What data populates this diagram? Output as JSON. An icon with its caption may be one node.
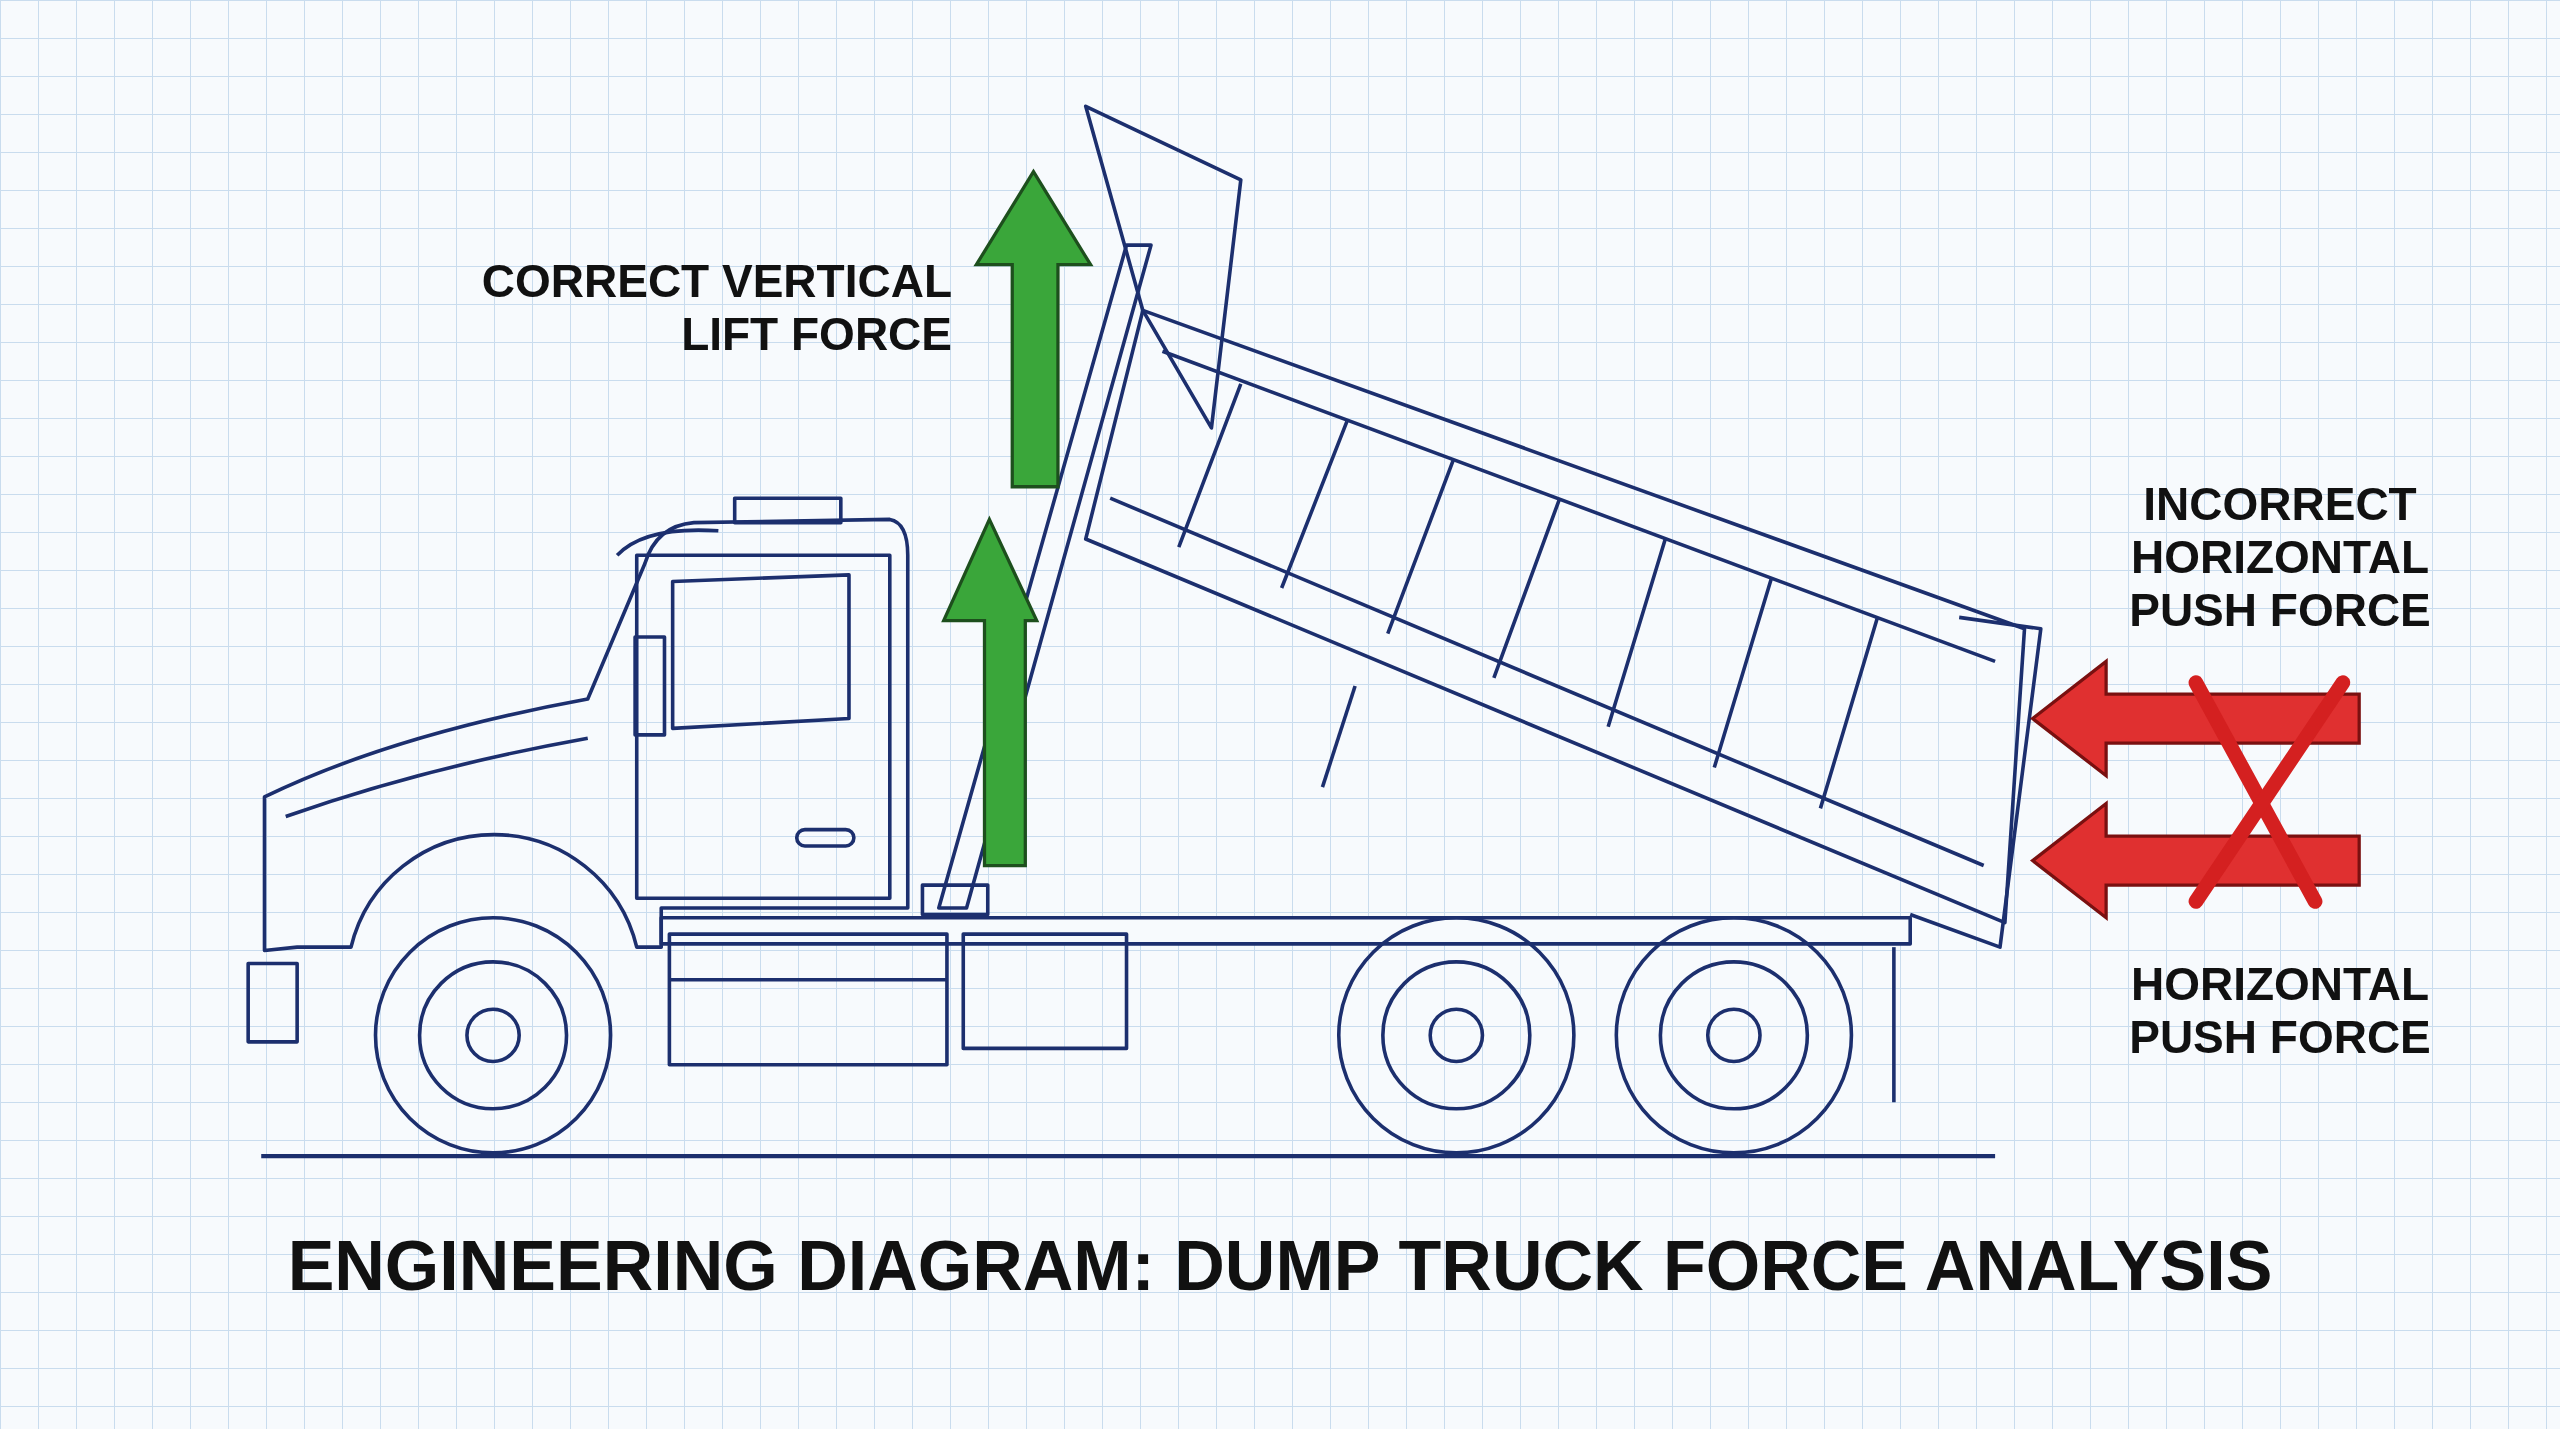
{
  "diagram": {
    "title": "ENGINEERING DIAGRAM: DUMP TRUCK FORCE ANALYSIS",
    "labels": [
      "CORRECT VERTICAL LIFT FORCE",
      "INCORRECT HORIZONTAL PUSH FORCE",
      "HORIZONTAL PUSH FORCE"
    ]
  }
}
